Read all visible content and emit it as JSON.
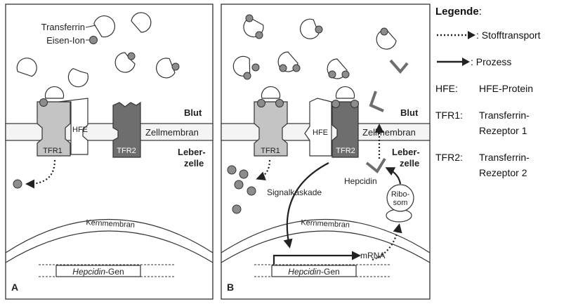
{
  "panel_a": {
    "letter": "A",
    "label_transferrin": "Transferrin",
    "label_eisen_ion": "Eisen-Ion",
    "label_blut": "Blut",
    "label_zellmembran": "Zellmembran",
    "label_leberzelle_1": "Leber-",
    "label_leberzelle_2": "zelle",
    "label_kernmembran": "Kernmembran",
    "label_tfr1": "TFR1",
    "label_tfr2": "TFR2",
    "label_hfe": "HFE",
    "gene_name": "Hepcidin",
    "gene_suffix": "-Gen"
  },
  "panel_b": {
    "letter": "B",
    "label_blut": "Blut",
    "label_zellmembran": "Zellmembran",
    "label_leberzelle_1": "Leber-",
    "label_leberzelle_2": "zelle",
    "label_kernmembran": "Kernmembran",
    "label_tfr1": "TFR1",
    "label_tfr2": "TFR2",
    "label_hfe": "HFE",
    "label_signalkaskade": "Signalkaskade",
    "label_hepcidin": "Hepcidin",
    "label_ribosom_1": "Ribo-",
    "label_ribosom_2": "som",
    "label_mrna": "mRNA",
    "gene_name": "Hepcidin",
    "gene_suffix": "-Gen"
  },
  "legend": {
    "title": "Legende",
    "title_suffix": ":",
    "transport_label": ": Stofftransport",
    "process_label": ": Prozess",
    "entries": [
      {
        "abbr": "HFE:",
        "def": "HFE-Protein"
      },
      {
        "abbr": "TFR1:",
        "def": "Transferrin-Rezeptor 1"
      },
      {
        "abbr": "TFR2:",
        "def": "Transferrin-Rezeptor 2"
      }
    ]
  },
  "colors": {
    "tfr1": "#c4c4c4",
    "tfr2": "#6e6e6e",
    "iron": "#8c8c8c",
    "membrane": "#f4f4f4",
    "line": "#222222"
  }
}
